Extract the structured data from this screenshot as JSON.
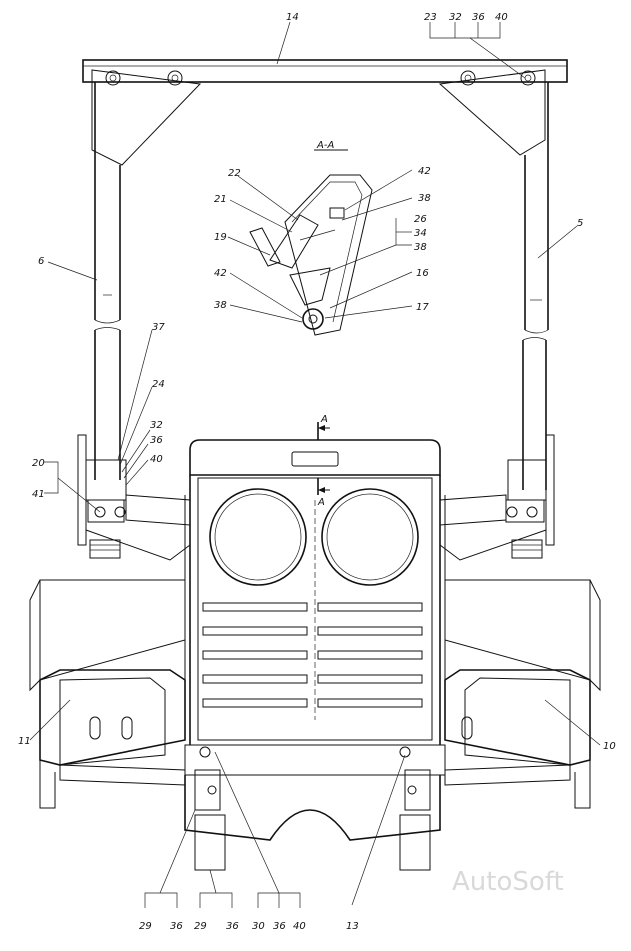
{
  "section_title": "А-А",
  "section_marker": "А",
  "watermark": "AutoSoft",
  "callouts": {
    "c14": "14",
    "c23": "23",
    "c32a": "32",
    "c36a": "36",
    "c40a": "40",
    "c22": "22",
    "c21": "21",
    "c19": "19",
    "c42a": "42",
    "c38a": "38",
    "c42b": "42",
    "c38b": "38",
    "c26": "26",
    "c34": "34",
    "c38c": "38",
    "c16": "16",
    "c17": "17",
    "c6": "6",
    "c5": "5",
    "c37": "37",
    "c24": "24",
    "c32b": "32",
    "c36b": "36",
    "c40b": "40",
    "c20": "20",
    "c41": "41",
    "c11": "11",
    "c10": "10",
    "c29a": "29",
    "c36c": "36",
    "c29b": "29",
    "c36d": "36",
    "c30": "30",
    "c36e": "36",
    "c40c": "40",
    "c13": "13"
  }
}
